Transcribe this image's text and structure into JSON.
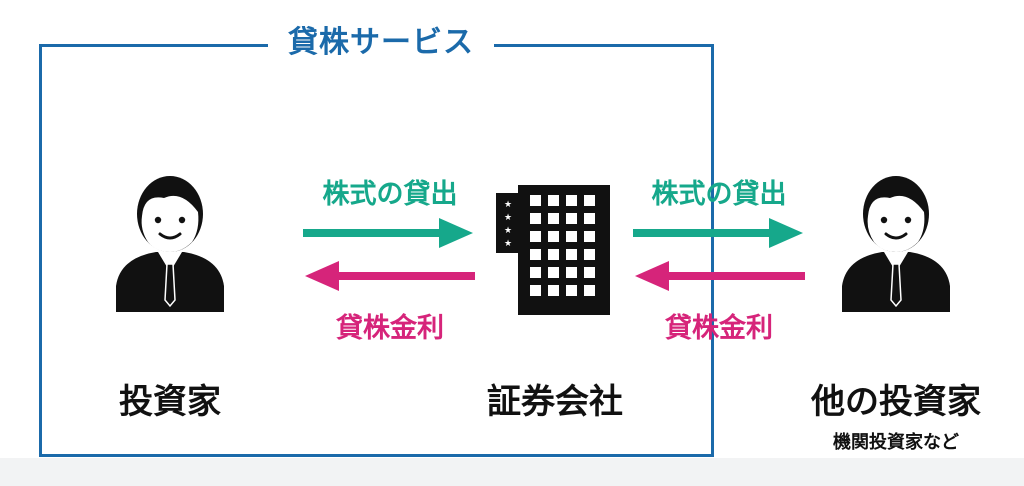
{
  "service": {
    "title": "貸株サービス"
  },
  "left": {
    "label": "投資家"
  },
  "center": {
    "label": "証券会社"
  },
  "right": {
    "label": "他の投資家",
    "sublabel": "機関投資家など"
  },
  "flows": {
    "left_lend": "株式の貸出",
    "left_fee": "貸株金利",
    "right_lend": "株式の貸出",
    "right_fee": "貸株金利"
  },
  "colors": {
    "frame": "#1b6aaa",
    "lend": "#16a88b",
    "fee": "#d6247a",
    "ink": "#111111"
  },
  "icons": [
    "person-icon",
    "office-building-icon",
    "arrow-right-icon",
    "arrow-left-icon"
  ]
}
